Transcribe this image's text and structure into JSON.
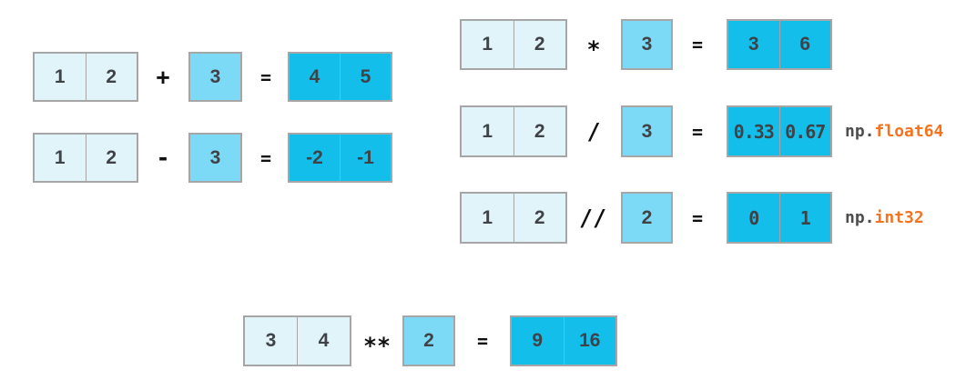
{
  "colors": {
    "background": "#FFFFFF",
    "array_fill": "#E1F4FA",
    "scalar_fill": "#7CDAF7",
    "result_fill": "#13BFEA",
    "box_border": "#A6A6A6",
    "digit": "#3F4247",
    "operator": "#101010",
    "np_prefix": "#4D4D4D",
    "np_type": "#F4731E"
  },
  "rows": [
    {
      "name": "add",
      "left": [
        "1",
        "2"
      ],
      "operator": "+",
      "scalar": "3",
      "equals": "=",
      "result": [
        "4",
        "5"
      ]
    },
    {
      "name": "sub",
      "left": [
        "1",
        "2"
      ],
      "operator": "-",
      "scalar": "3",
      "equals": "=",
      "result": [
        "-2",
        "-1"
      ]
    },
    {
      "name": "mul",
      "left": [
        "1",
        "2"
      ],
      "operator": "*",
      "scalar": "3",
      "equals": "=",
      "result": [
        "3",
        "6"
      ]
    },
    {
      "name": "div",
      "left": [
        "1",
        "2"
      ],
      "operator": "/",
      "scalar": "3",
      "equals": "=",
      "result": [
        "0.33",
        "0.67"
      ],
      "annotation": {
        "prefix": "np.",
        "type": "float64"
      }
    },
    {
      "name": "floordiv",
      "left": [
        "1",
        "2"
      ],
      "operator": "//",
      "scalar": "2",
      "equals": "=",
      "result": [
        "0",
        "1"
      ],
      "annotation": {
        "prefix": "np.",
        "type": "int32"
      }
    },
    {
      "name": "pow",
      "left": [
        "3",
        "4"
      ],
      "operator": "**",
      "scalar": "2",
      "equals": "=",
      "result": [
        "9",
        "16"
      ]
    }
  ]
}
